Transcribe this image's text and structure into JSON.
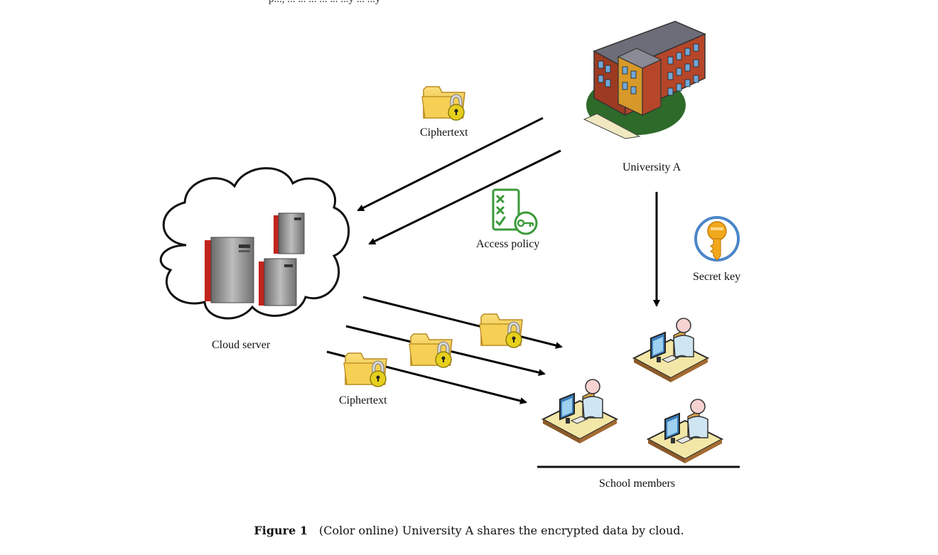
{
  "top_fragment": "p...,  ...   ...  ...   ...  ...  ...y  ...  ...y",
  "labels": {
    "ciphertext_top": "Ciphertext",
    "university": "University A",
    "access_policy": "Access policy",
    "secret_key": "Secret key",
    "cloud_server": "Cloud server",
    "ciphertext_bottom": "Ciphertext",
    "school_members": "School members"
  },
  "caption": {
    "label": "Figure 1",
    "text": "(Color online) University A shares the encrypted data by cloud."
  },
  "icons": [
    "building-icon",
    "cloud-icon",
    "server-icon",
    "folder-lock-icon",
    "checklist-key-icon",
    "key-icon",
    "user-computer-icon"
  ],
  "colors": {
    "folder": "#f3c84a",
    "lock": "#c9b10a",
    "policy_green": "#3a9a3a",
    "key_blue": "#4a86c8",
    "key_gold": "#f2a81d",
    "brick": "#b5462a",
    "lawn": "#2e6b2a",
    "server_red": "#c0241d",
    "server_gray": "#9a9a9a",
    "desk": "#f0e4a8",
    "person": "#cfe6f2"
  }
}
